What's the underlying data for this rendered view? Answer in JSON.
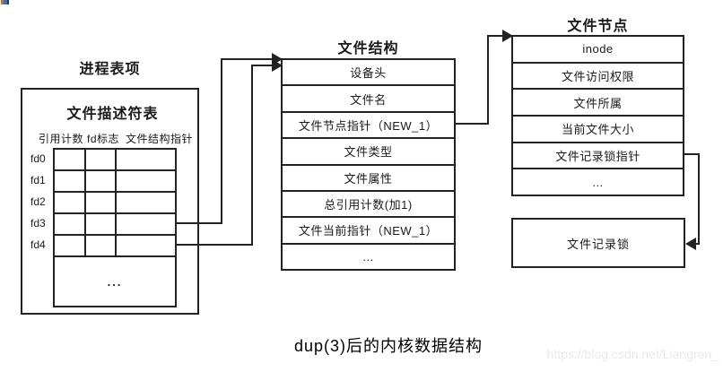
{
  "page": {
    "caption": "dup(3)后的内核数据结构",
    "watermark": "https://blog.csdn.net/Liangren_"
  },
  "colors": {
    "line": "#222222",
    "watermark": "#e9e9ec",
    "corner_orange": "#c87137",
    "corner_blue": "#3f6fb5"
  },
  "process_table": {
    "title": "进程表项",
    "subtitle": "文件描述符表",
    "columns": [
      "引用计数",
      "fd标志",
      "文件结构指针"
    ],
    "row_labels": [
      "fd0",
      "fd1",
      "fd2",
      "fd3",
      "fd4"
    ],
    "ellipsis": "..."
  },
  "file_struct": {
    "title": "文件结构",
    "rows": [
      "设备头",
      "文件名",
      "文件节点指针（NEW_1）",
      "文件类型",
      "文件属性",
      "总引用计数(加1)",
      "文件当前指针（NEW_1）",
      "..."
    ]
  },
  "inode_table": {
    "title": "文件节点",
    "rows": [
      "inode",
      "文件访问权限",
      "文件所属",
      "当前文件大小",
      "文件记录锁指针",
      "..."
    ]
  },
  "record_lock": {
    "label": "文件记录锁"
  }
}
